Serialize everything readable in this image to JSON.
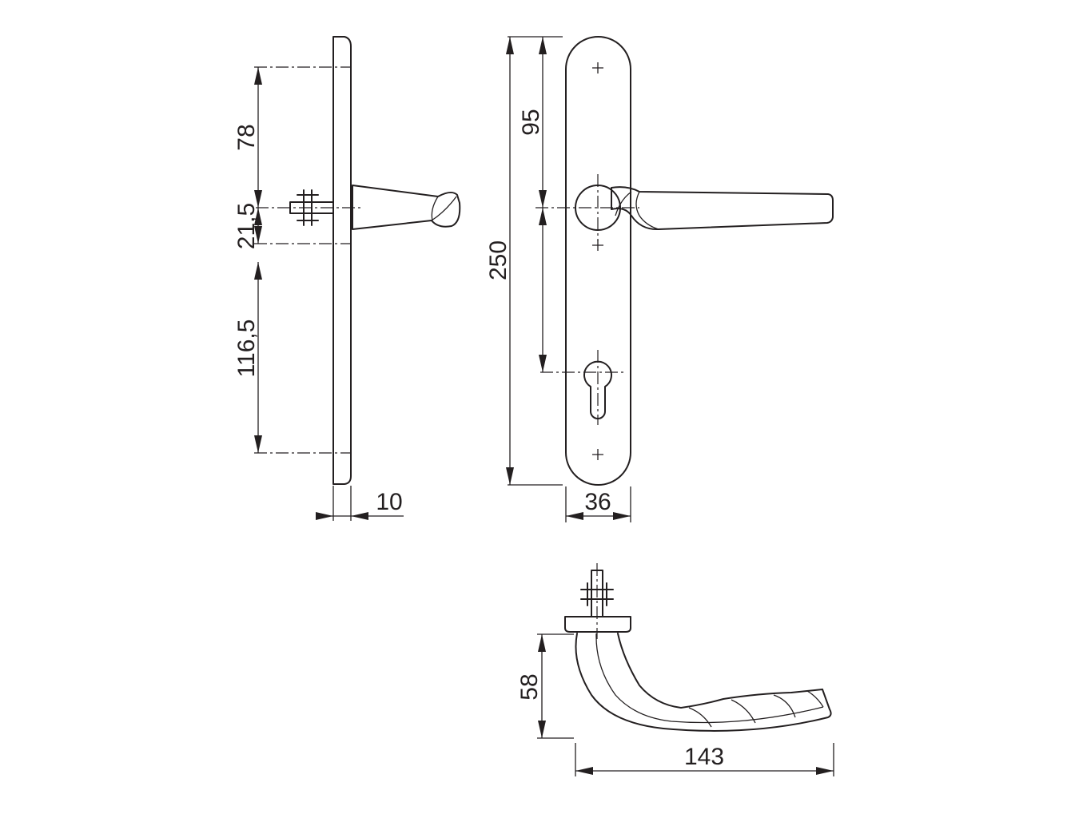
{
  "dimensions": {
    "side_top": "78",
    "side_mid": "21,5",
    "side_bottom": "116,5",
    "thickness": "10",
    "total_height": "250",
    "spindle_distance": "95",
    "width": "36",
    "lever_projection": "58",
    "lever_length": "143"
  },
  "colors": {
    "line": "#231f20",
    "background": "#ffffff"
  }
}
